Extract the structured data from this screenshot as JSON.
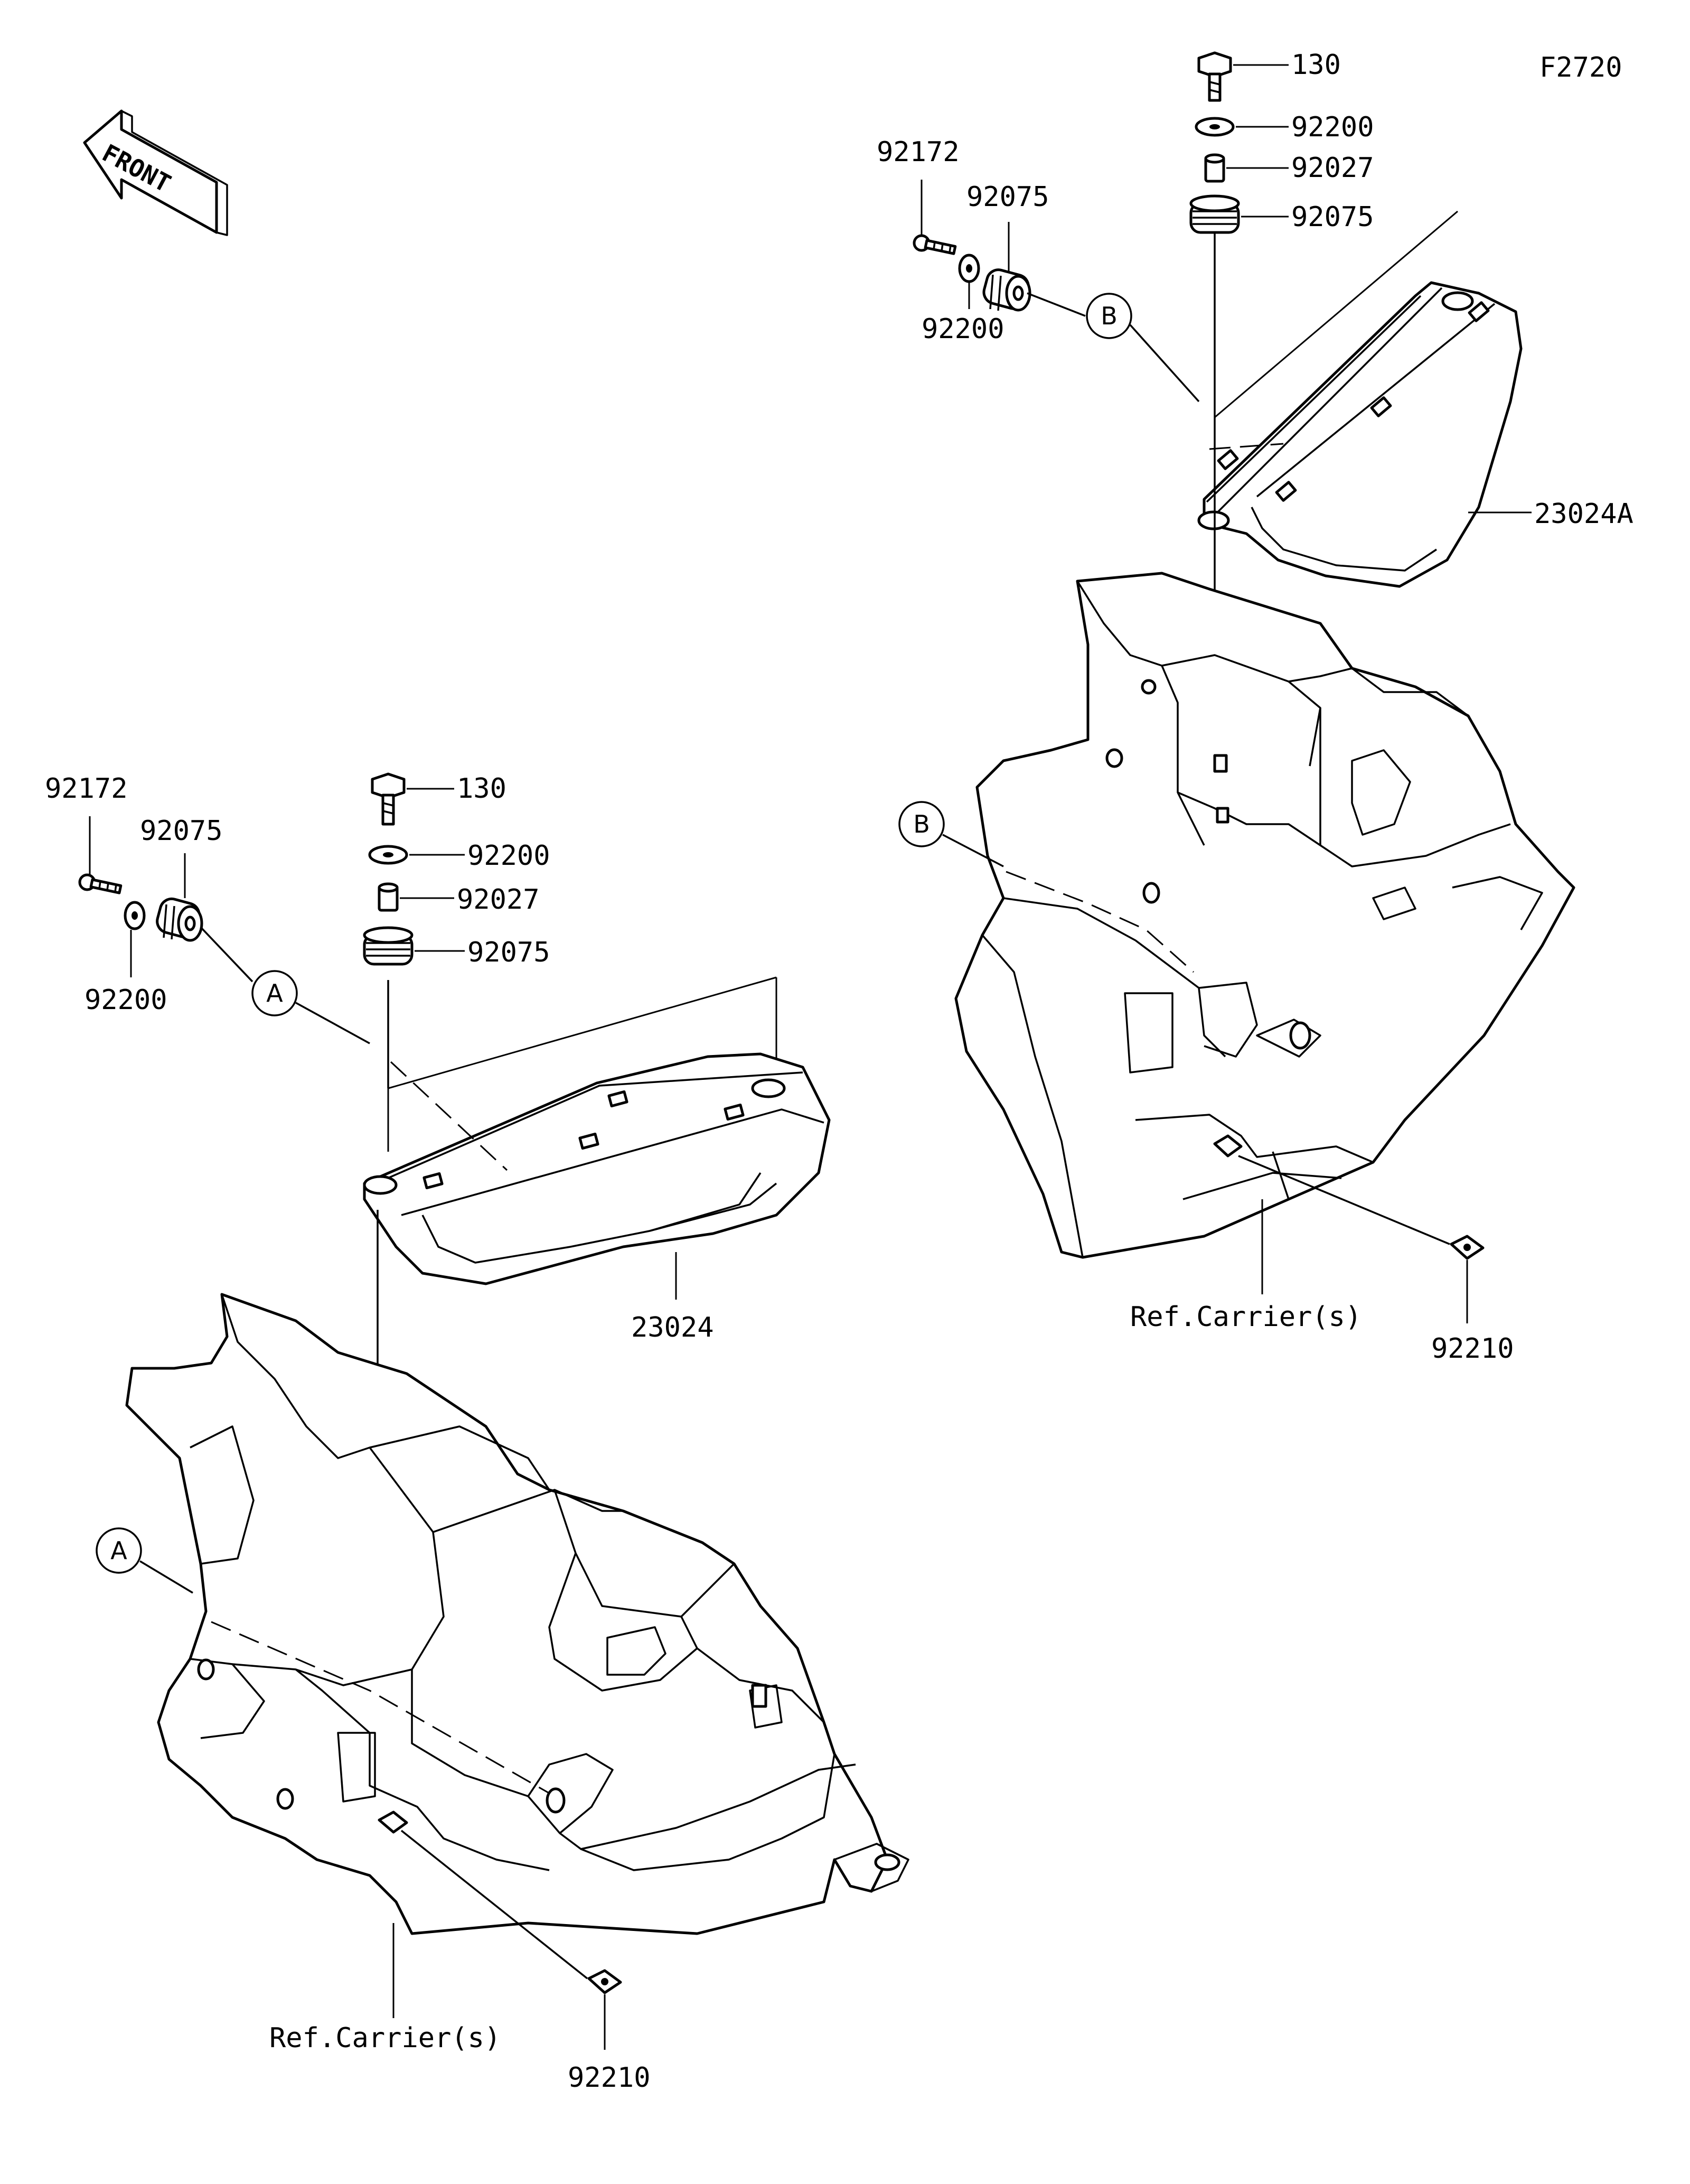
{
  "figure_id": "F2720",
  "front_arrow": {
    "text": "FRONT",
    "icon": "front-direction-arrow-icon"
  },
  "left_assembly": {
    "callouts": [
      {
        "number": "92172"
      },
      {
        "number": "92075"
      },
      {
        "number": "92200"
      },
      {
        "number": "130"
      },
      {
        "number": "92200"
      },
      {
        "number": "92027"
      },
      {
        "number": "92075"
      },
      {
        "number": "23024"
      },
      {
        "number": "92210"
      }
    ],
    "reference_text": "Ref.Carrier(s)",
    "connector_letter": "A"
  },
  "right_assembly": {
    "callouts": [
      {
        "number": "130"
      },
      {
        "number": "92200"
      },
      {
        "number": "92027"
      },
      {
        "number": "92075"
      },
      {
        "number": "92172"
      },
      {
        "number": "92075"
      },
      {
        "number": "92200"
      },
      {
        "number": "23024A"
      },
      {
        "number": "92210"
      }
    ],
    "reference_text": "Ref.Carrier(s)",
    "connector_letter": "B"
  }
}
